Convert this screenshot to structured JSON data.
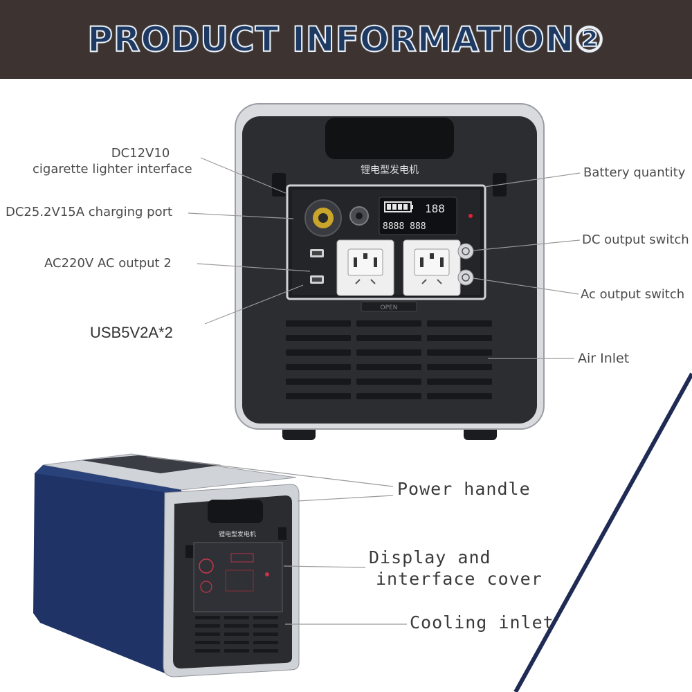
{
  "header": {
    "title": "PRODUCT INFORMATION②"
  },
  "device_front": {
    "panel_text": "锂电型发电机",
    "display_top": "188",
    "display_bottom": "8888 888",
    "cover_tab": "OPEN"
  },
  "device_side": {
    "panel_text": "锂电型发电机"
  },
  "labels": {
    "cigarette_line1": "DC12V10",
    "cigarette_line2": "cigarette lighter interface",
    "charging_port": "DC25.2V15A charging port",
    "ac_output": "AC220V AC output 2",
    "usb": "USB5V2A*2",
    "battery_quantity": "Battery quantity",
    "dc_switch": "DC output switch",
    "ac_switch": "Ac output switch",
    "air_inlet": "Air Inlet",
    "power_handle": "Power handle",
    "display_line1": "Display and",
    "display_line2": "interface cover",
    "cooling_inlet": "Cooling inlet"
  },
  "colors": {
    "banner_bg": "#3d3432",
    "title_fill": "#1e3a63",
    "diagonal_line": "#1f2a55",
    "device_blue": "#1f3366",
    "device_dark": "#2b2d31"
  }
}
